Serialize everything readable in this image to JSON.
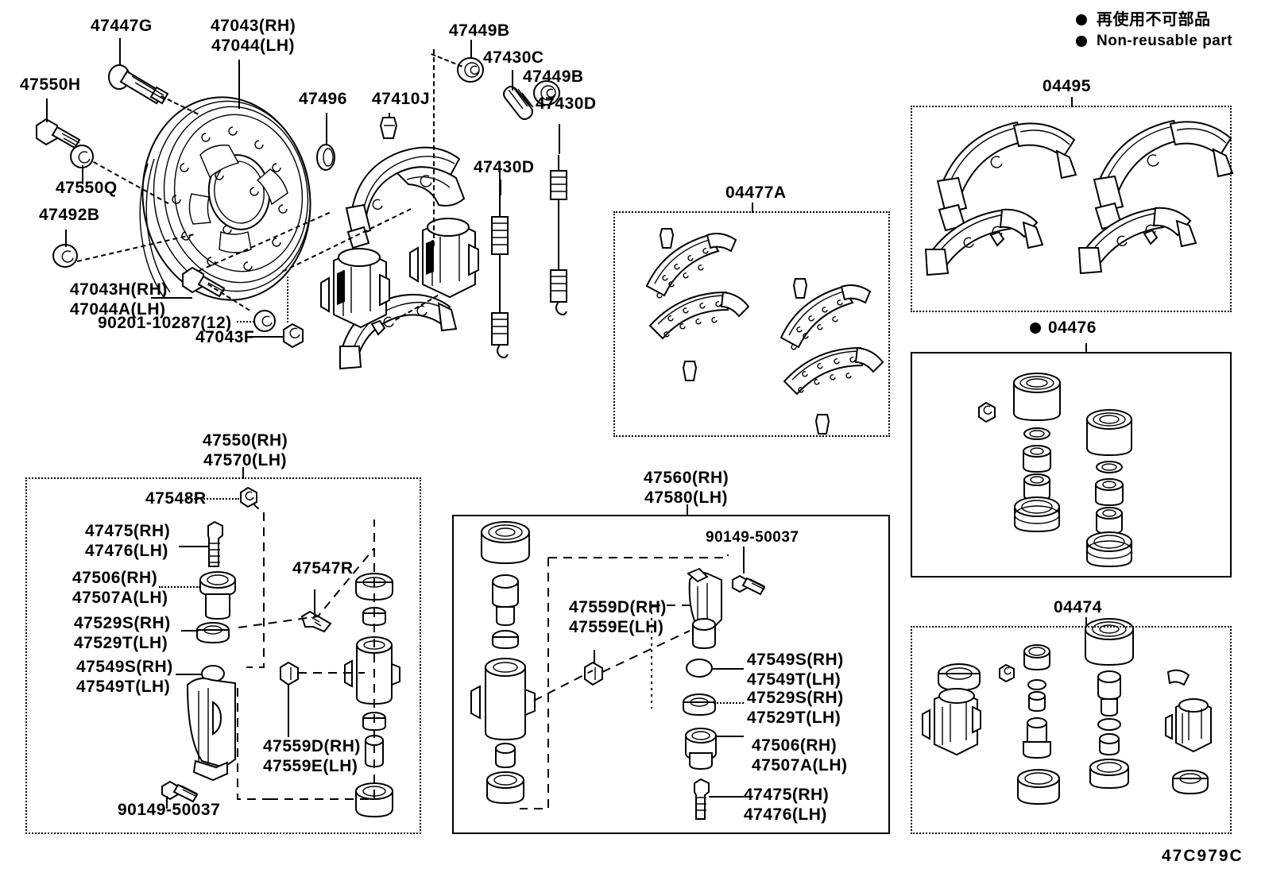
{
  "diagram": {
    "code": "47C979C",
    "legend": {
      "jp": "再使用不可部品",
      "en": "Non-reusable part",
      "marker": "filled-circle"
    }
  },
  "top_assembly": {
    "labels": [
      {
        "id": "47447G",
        "text": "47447G"
      },
      {
        "id": "47550H",
        "text": "47550H"
      },
      {
        "id": "47550Q",
        "text": "47550Q"
      },
      {
        "id": "47492B",
        "text": "47492B"
      },
      {
        "id": "47043_47044",
        "text": "47043(RH)\n47044(LH)"
      },
      {
        "id": "47496",
        "text": "47496"
      },
      {
        "id": "47410J",
        "text": "47410J"
      },
      {
        "id": "47449B_top",
        "text": "47449B"
      },
      {
        "id": "47430C",
        "text": "47430C"
      },
      {
        "id": "47449B_right",
        "text": "47449B"
      },
      {
        "id": "47430D_left",
        "text": "47430D"
      },
      {
        "id": "47430D_right",
        "text": "47430D"
      },
      {
        "id": "47043H_47044A",
        "text": "47043H(RH)\n47044A(LH)"
      },
      {
        "id": "90201_10287",
        "text": "90201-10287(12)"
      },
      {
        "id": "47043F",
        "text": "47043F"
      }
    ]
  },
  "panel_04477A": {
    "title": "04477A",
    "contents": "brake shoe lining set with rivets"
  },
  "panel_04495": {
    "title": "04495",
    "contents": "rear brake shoe kit - four shoes"
  },
  "panel_04476": {
    "title": "04476",
    "non_reusable": true,
    "contents": "wheel cylinder repair kit - cups, boots, pistons"
  },
  "panel_04474": {
    "title": "04474",
    "contents": "wheel cylinder overhaul kit"
  },
  "panel_47550_47570": {
    "title": "47550(RH)\n47570(LH)",
    "labels": [
      {
        "id": "47548R",
        "text": "47548R"
      },
      {
        "id": "47475_47476",
        "text": "47475(RH)\n47476(LH)"
      },
      {
        "id": "47506_47507A",
        "text": "47506(RH)\n47507A(LH)"
      },
      {
        "id": "47529S_47529T",
        "text": "47529S(RH)\n47529T(LH)"
      },
      {
        "id": "47549S_47549T",
        "text": "47549S(RH)\n47549T(LH)"
      },
      {
        "id": "47547R",
        "text": "47547R"
      },
      {
        "id": "47559D_47559E",
        "text": "47559D(RH)\n47559E(LH)"
      },
      {
        "id": "90149_50037",
        "text": "90149-50037"
      }
    ]
  },
  "panel_47560_47580": {
    "title": "47560(RH)\n47580(LH)",
    "labels": [
      {
        "id": "90149_50037",
        "text": "90149-50037"
      },
      {
        "id": "47559D_47559E",
        "text": "47559D(RH)\n47559E(LH)"
      },
      {
        "id": "47549S_47549T",
        "text": "47549S(RH)\n47549T(LH)"
      },
      {
        "id": "47529S_47529T",
        "text": "47529S(RH)\n47529T(LH)"
      },
      {
        "id": "47506_47507A",
        "text": "47506(RH)\n47507A(LH)"
      },
      {
        "id": "47475_47476",
        "text": "47475(RH)\n47476(LH)"
      }
    ]
  }
}
